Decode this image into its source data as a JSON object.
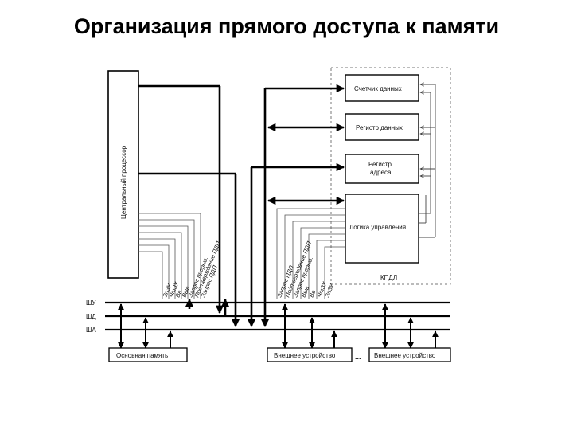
{
  "title": "Организация прямого доступа к памяти",
  "diagram": {
    "cpu": "Центральный процессор",
    "kpdl": "КПДЛ",
    "counter": "Счетчик данных",
    "data_register": "Регистр данных",
    "address_register": [
      "Регистр",
      "адреса"
    ],
    "control_logic": "Логика управления",
    "main_memory": "Основная память",
    "external_device_1": "Внешнее устройство",
    "external_device_2": "Внешнее устройство",
    "ellipsis": "...",
    "buses": [
      "ШУ",
      "ШД",
      "ША"
    ],
    "cpu_signals": [
      "ЗпЗУ",
      "ЧтЗУ",
      "Вв",
      "Выв",
      "Запрос прерыв.",
      "Подтверждение ПДП",
      "Запрос ПДП"
    ],
    "kpdl_signals": [
      "Запрос ПДП",
      "Подтверждение ПДП",
      "Запрос прерыв.",
      "Выв",
      "Вв",
      "ЧтЗУ",
      "ЗпЗУ"
    ]
  }
}
